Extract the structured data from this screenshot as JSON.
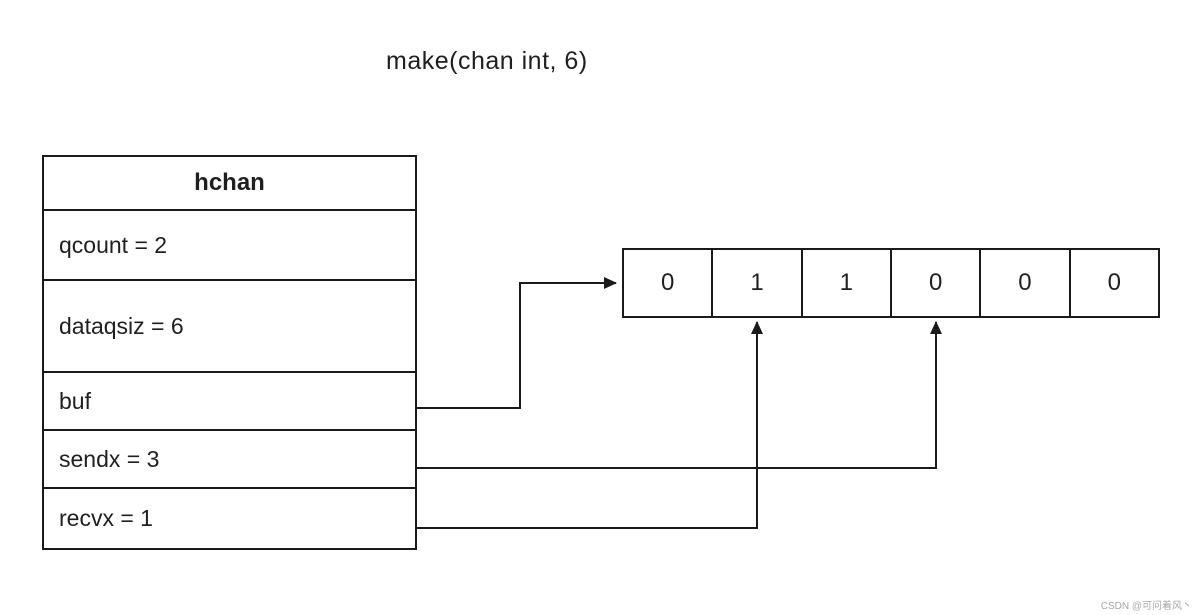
{
  "title": "make(chan int, 6)",
  "hchan": {
    "header": "hchan",
    "fields": [
      {
        "name": "qcount",
        "label": "qcount = 2"
      },
      {
        "name": "dataqsiz",
        "label": "dataqsiz = 6"
      },
      {
        "name": "buf",
        "label": "buf"
      },
      {
        "name": "sendx",
        "label": "sendx = 3"
      },
      {
        "name": "recvx",
        "label": "recvx = 1"
      }
    ]
  },
  "buffer": {
    "cells": [
      "0",
      "1",
      "1",
      "0",
      "0",
      "0"
    ]
  },
  "watermark": "CSDN @可问着风丶",
  "colors": {
    "line": "#1a1a1a",
    "text": "#1f1f1f",
    "background": "#ffffff"
  }
}
